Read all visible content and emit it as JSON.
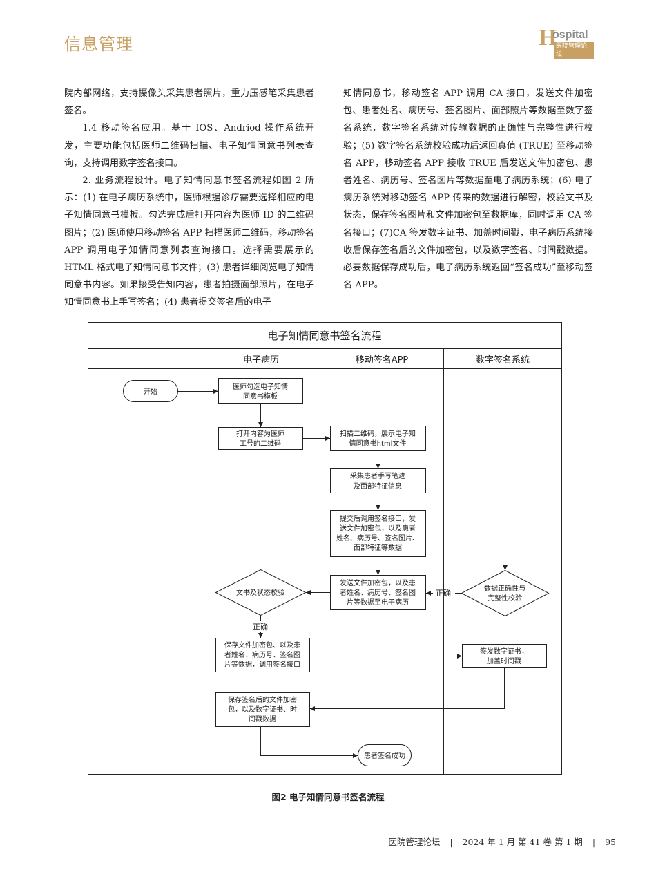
{
  "header": {
    "section_title": "信息管理",
    "logo_h": "H",
    "logo_rest": "ospital",
    "logo_sub": "医院管理论坛"
  },
  "left_column": [
    "院内部网络，支持摄像头采集患者照片，重力压感笔采集患者签名。",
    "1.4 移动签名应用。基于 IOS、Andriod 操作系统开发，主要功能包括医师二维码扫描、电子知情同意书列表查询，支持调用数字签名接口。",
    "2. 业务流程设计。电子知情同意书签名流程如图 2 所示：(1) 在电子病历系统中，医师根据诊疗需要选择相应的电子知情同意书模板。勾选完成后打开内容为医师 ID 的二维码图片；(2) 医师使用移动签名 APP 扫描医师二维码，移动签名 APP 调用电子知情同意列表查询接口。选择需要展示的 HTML 格式电子知情同意书文件；(3) 患者详细阅览电子知情同意书内容。如果接受告知内容，患者拍摄面部照片，在电子知情同意书上手写签名；(4) 患者提交签名后的电子"
  ],
  "right_column": [
    "知情同意书，移动签名 APP 调用 CA 接口，发送文件加密包、患者姓名、病历号、签名图片、面部照片等数据至数字签名系统，数字签名系统对传输数据的正确性与完整性进行校验；(5) 数字签名系统校验成功后返回真值 (TRUE) 至移动签名 APP，移动签名 APP 接收 TRUE 后发送文件加密包、患者姓名、病历号、签名图片等数据至电子病历系统；(6) 电子病历系统对移动签名 APP 传来的数据进行解密，校验文书及状态，保存签名图片和文件加密包至数据库，同时调用 CA 签名接口；(7)CA 签发数字证书、加盖时间戳，电子病历系统接收后保存签名后的文件加密包，以及数字签名、时间戳数据。必要数据保存成功后，电子病历系统返回“签名成功”至移动签名 APP。"
  ],
  "flowchart": {
    "title": "电子知情同意书签名流程",
    "lanes": [
      "电子病历",
      "移动签名APP",
      "数字签名系统"
    ],
    "nodes": {
      "start": "开始",
      "n1": [
        "医师勾选电子知情",
        "同意书模板"
      ],
      "n2": [
        "打开内容为医师",
        "工号的二维码"
      ],
      "n3": [
        "扫描二维码，展示电子知",
        "情同意书html文件"
      ],
      "n4": [
        "采集患者手写笔迹",
        "及面部特征信息"
      ],
      "n5": [
        "提交后调用签名接口，发",
        "送文件加密包，以及患者",
        "姓名、病历号、签名图片、",
        "面部特征等数据"
      ],
      "n6": [
        "发送文件加密包，以及患",
        "者姓名、病历号、签名图",
        "片等数据至电子病历"
      ],
      "d1": "文书及状态校验",
      "d2": [
        "数据正确性与",
        "完整性校验"
      ],
      "n7": [
        "保存文件加密包、以及患",
        "者姓名、病历号、签名图",
        "片等数据，调用签名接口"
      ],
      "n8": [
        "签发数字证书，",
        "加盖时间戳"
      ],
      "n9": [
        "保存签名后的文件加密",
        "包，以及数字证书、时",
        "间戳数据"
      ],
      "end": "患者签名成功"
    },
    "label_correct": "正确"
  },
  "caption": "图2 电子知情同意书签名流程",
  "footer": {
    "journal": "医院管理论坛",
    "issue": "2024 年 1 月 第 41 卷 第 1 期",
    "page": "95"
  }
}
